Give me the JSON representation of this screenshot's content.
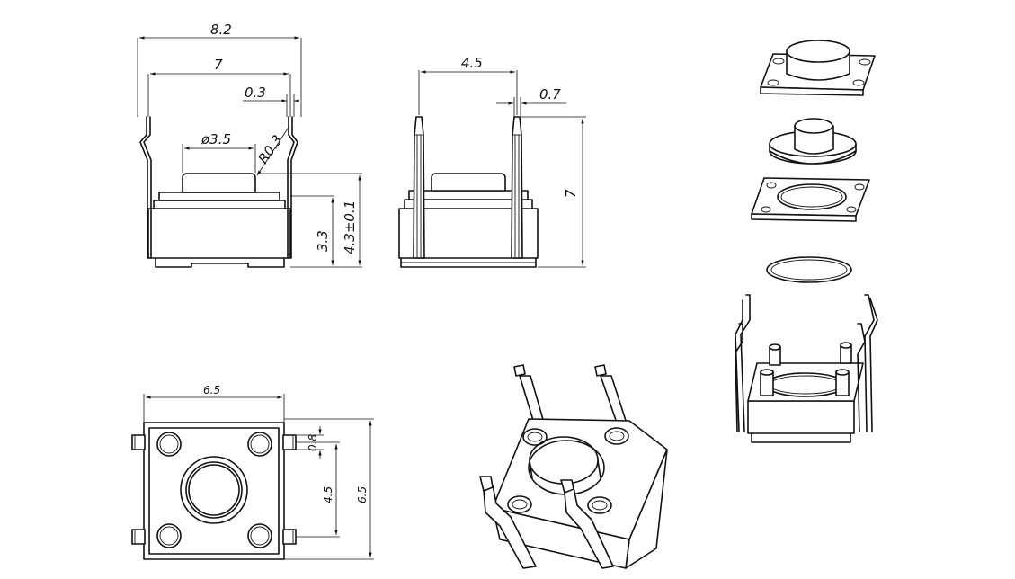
{
  "dimensions": {
    "front": {
      "width_overall": "8.2",
      "width_pins": "7",
      "pin_thickness": "0.3",
      "button_diameter": "ø3.5",
      "corner_radius": "R0.3",
      "body_height": "3.3",
      "total_height": "4.3±0.1"
    },
    "side": {
      "pin_spacing": "4.5",
      "pin_width": "0.7",
      "height": "7"
    },
    "top": {
      "width": "6.5",
      "height": "6.5",
      "pin_pitch": "4.5",
      "pin_width": "0.8"
    }
  },
  "colors": {
    "line": "#111111",
    "background": "#ffffff"
  }
}
